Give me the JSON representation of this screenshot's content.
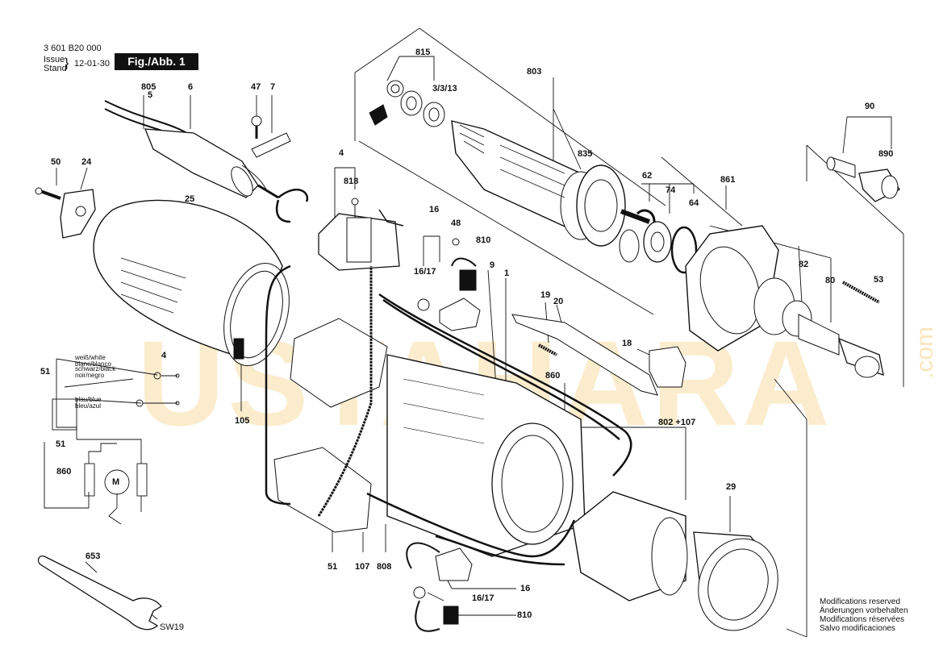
{
  "header": {
    "part_number": "3 601 B20 000",
    "issue_label": "Issue",
    "stand_label": "Stand",
    "date": "12-01-30",
    "figure": "Fig./Abb. 1"
  },
  "watermark": {
    "text": "USTAHARA",
    "suffix": ".com"
  },
  "callouts": [
    {
      "id": "c815",
      "text": "815"
    },
    {
      "id": "c803",
      "text": "803"
    },
    {
      "id": "c3313",
      "text": "3/3/13"
    },
    {
      "id": "c835",
      "text": "835"
    },
    {
      "id": "c805",
      "text": "805"
    },
    {
      "id": "c5",
      "text": "5"
    },
    {
      "id": "c6",
      "text": "6"
    },
    {
      "id": "c47",
      "text": "47"
    },
    {
      "id": "c7",
      "text": "7"
    },
    {
      "id": "c90",
      "text": "90"
    },
    {
      "id": "c890",
      "text": "890"
    },
    {
      "id": "c4a",
      "text": "4"
    },
    {
      "id": "c818",
      "text": "818"
    },
    {
      "id": "c50",
      "text": "50"
    },
    {
      "id": "c24",
      "text": "24"
    },
    {
      "id": "c25",
      "text": "25"
    },
    {
      "id": "c62",
      "text": "62"
    },
    {
      "id": "c74",
      "text": "74"
    },
    {
      "id": "c861",
      "text": "861"
    },
    {
      "id": "c64",
      "text": "64"
    },
    {
      "id": "c16a",
      "text": "16"
    },
    {
      "id": "c48",
      "text": "48"
    },
    {
      "id": "c810a",
      "text": "810"
    },
    {
      "id": "c1617a",
      "text": "16/17"
    },
    {
      "id": "c9",
      "text": "9"
    },
    {
      "id": "c1",
      "text": "1"
    },
    {
      "id": "c82",
      "text": "82"
    },
    {
      "id": "c80",
      "text": "80"
    },
    {
      "id": "c53",
      "text": "53"
    },
    {
      "id": "c19",
      "text": "19"
    },
    {
      "id": "c20",
      "text": "20"
    },
    {
      "id": "c18",
      "text": "18"
    },
    {
      "id": "c860a",
      "text": "860"
    },
    {
      "id": "c802",
      "text": "802 +107"
    },
    {
      "id": "c4b",
      "text": "4"
    },
    {
      "id": "c51a",
      "text": "51"
    },
    {
      "id": "c105",
      "text": "105"
    },
    {
      "id": "c51b",
      "text": "51"
    },
    {
      "id": "c860b",
      "text": "860"
    },
    {
      "id": "c29",
      "text": "29"
    },
    {
      "id": "c653",
      "text": "653"
    },
    {
      "id": "c51c",
      "text": "51"
    },
    {
      "id": "c107",
      "text": "107"
    },
    {
      "id": "c808",
      "text": "808"
    },
    {
      "id": "c16b",
      "text": "16"
    },
    {
      "id": "c1617b",
      "text": "16/17"
    },
    {
      "id": "c810b",
      "text": "810"
    },
    {
      "id": "csw19",
      "text": "SW19"
    }
  ],
  "wiring": {
    "motor_symbol": "M",
    "wire_white": "weiß/white",
    "wire_white_2": "blanc/blanco",
    "wire_black": "schwarz/black",
    "wire_black_2": "noir/negro",
    "wire_blue": "blau/blue",
    "wire_blue_2": "bleu/azul"
  },
  "notes": [
    "Modifications reserved",
    "Änderungen vorbehalten",
    "Modifications réservées",
    "Salvo modificaciones"
  ],
  "colors": {
    "line": "#111111",
    "watermark": "#f4c66b",
    "fig_box": "#111111"
  }
}
